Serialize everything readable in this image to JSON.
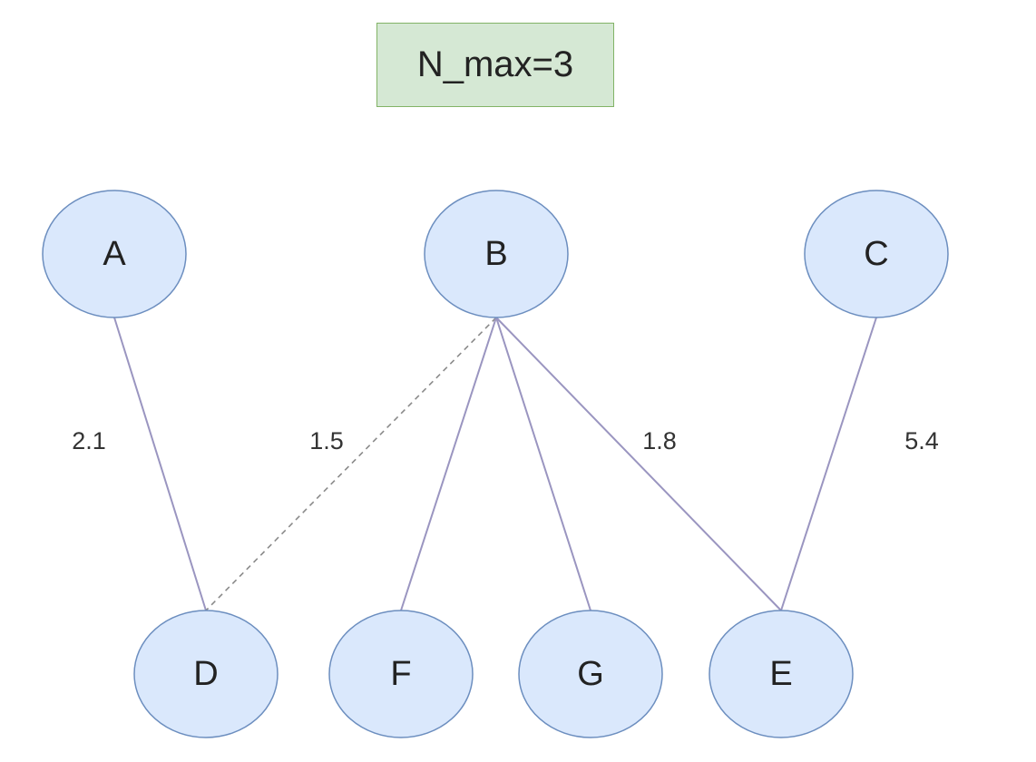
{
  "constraint": {
    "label": "N_max=3"
  },
  "nodes": [
    {
      "id": "A",
      "label": "A",
      "tier": "top"
    },
    {
      "id": "B",
      "label": "B",
      "tier": "top"
    },
    {
      "id": "C",
      "label": "C",
      "tier": "top"
    },
    {
      "id": "D",
      "label": "D",
      "tier": "bottom"
    },
    {
      "id": "F",
      "label": "F",
      "tier": "bottom"
    },
    {
      "id": "G",
      "label": "G",
      "tier": "bottom"
    },
    {
      "id": "E",
      "label": "E",
      "tier": "bottom"
    }
  ],
  "edges": [
    {
      "from": "A",
      "to": "D",
      "label": "2.1",
      "style": "solid"
    },
    {
      "from": "B",
      "to": "D",
      "label": "1.5",
      "style": "dashed"
    },
    {
      "from": "B",
      "to": "F",
      "label": "",
      "style": "solid"
    },
    {
      "from": "B",
      "to": "G",
      "label": "",
      "style": "solid"
    },
    {
      "from": "B",
      "to": "E",
      "label": "1.8",
      "style": "solid"
    },
    {
      "from": "C",
      "to": "E",
      "label": "5.4",
      "style": "solid"
    }
  ],
  "colors": {
    "node_fill": "#dae8fc",
    "node_stroke": "#6c8ebf",
    "edge": "#9a95c0",
    "dashed_edge": "#8a8a8a",
    "constraint_fill": "#d5e8d4",
    "constraint_stroke": "#82b366"
  }
}
